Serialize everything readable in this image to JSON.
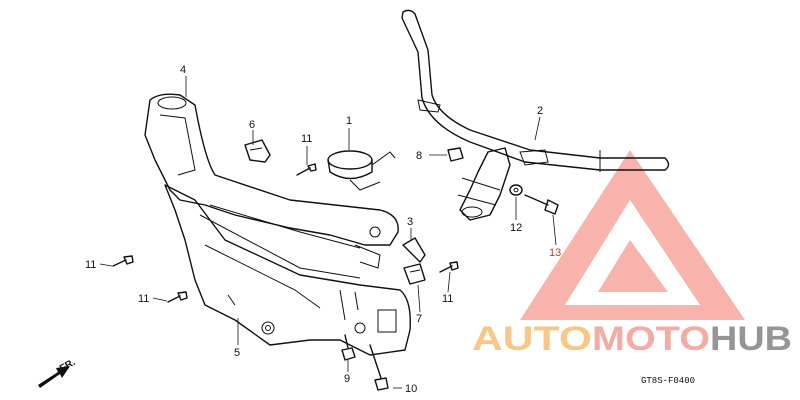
{
  "callouts": {
    "c1": "1",
    "c2": "2",
    "c3": "3",
    "c4": "4",
    "c5": "5",
    "c6": "6",
    "c7": "7",
    "c8": "8",
    "c9": "9",
    "c10": "10",
    "c11a": "11",
    "c11b": "11",
    "c11c": "11",
    "c11d": "11",
    "c12": "12",
    "c13": "13"
  },
  "direction_label": "FR.",
  "diagram_ref": "GT8S-F0400",
  "watermark": {
    "part1": "AUTO",
    "part2": "MOTO",
    "part3": "HUB"
  },
  "colors": {
    "watermark_red": "#f08a80",
    "watermark_orange": "#f6c27a",
    "watermark_gray": "#8a8a8a",
    "highlight_callout": "#c0392b"
  }
}
